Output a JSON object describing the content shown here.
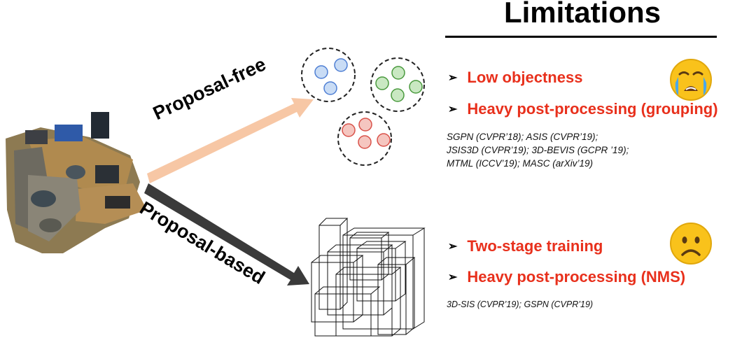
{
  "title": "Limitations",
  "arrows": {
    "proposal_free": "Proposal-free",
    "proposal_based": "Proposal-based"
  },
  "free": {
    "limitations": [
      "Low objectness",
      "Heavy post-processing (grouping)"
    ],
    "references": [
      "SGPN (CVPR’18);  ASIS (CVPR’19);",
      "JSIS3D (CVPR’19); 3D-BEVIS (GCPR ’19);",
      "MTML (ICCV’19); MASC (arXiv’19)"
    ],
    "emoji": "crying-face"
  },
  "based": {
    "limitations": [
      "Two-stage training",
      "Heavy post-processing (NMS)"
    ],
    "references": [
      "3D-SIS (CVPR’19);  GSPN (CVPR’19)"
    ],
    "emoji": "frowning-face"
  },
  "colors": {
    "accent_red": "#e8301c",
    "arrow_free": "#f7c7a5",
    "arrow_based": "#3a3a3a",
    "blue_point": "#c9dcf5",
    "green_point": "#c9e8c2",
    "red_point": "#f5c6c0"
  }
}
